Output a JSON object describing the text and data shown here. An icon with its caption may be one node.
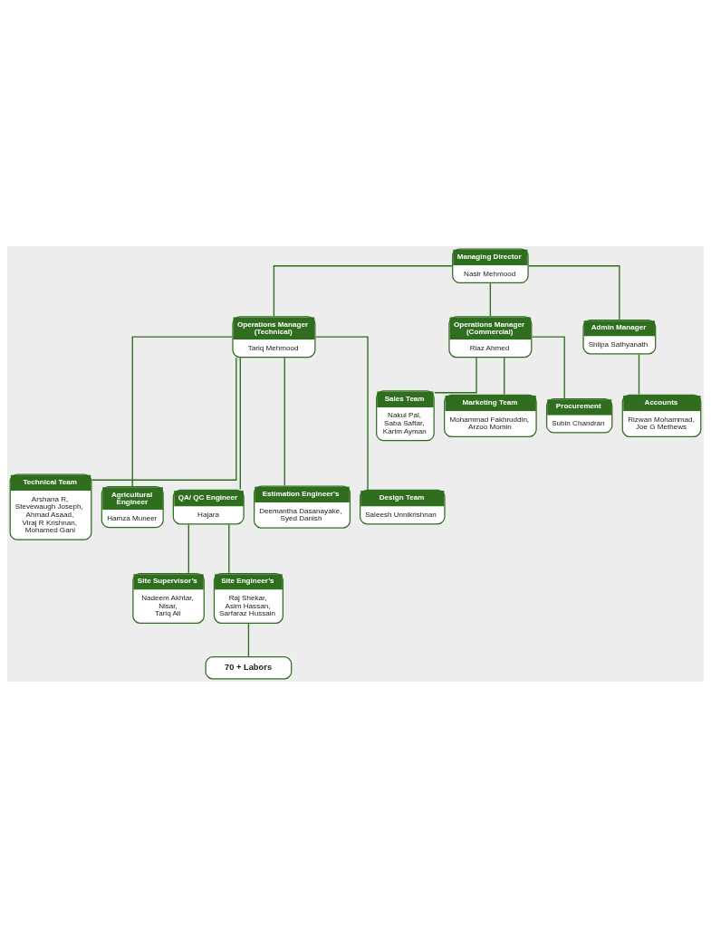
{
  "diagram": {
    "nodes": [
      {
        "text": [
          "Managing Director",
          "Nasir Mehmood"
        ]
      },
      {
        "text": [
          "Operations Manager (Technical)",
          "Tariq Mehmood"
        ]
      },
      {
        "text": [
          "Operations Manager (Commercial)",
          "Riaz Ahmed"
        ]
      },
      {
        "text": [
          "Admin Manager",
          "Shilpa Sathyanath"
        ]
      },
      {
        "text": [
          "Accounts",
          "Rizwan Mohammad, Joe G Methews"
        ]
      },
      {
        "text": [
          "Sales Team",
          "Nakul Pal, Saba Saftar, Karim Ayman"
        ]
      },
      {
        "text": [
          "Marketing Team",
          "Mohammad Fakhruddin, Arzoo Momin"
        ]
      },
      {
        "text": [
          "Procurement",
          "Subin Chandran"
        ]
      },
      {
        "text": [
          "Technical Team",
          "Arshana R, Stevewaugh Joseph, Ahmad Asaad, Viraj R Krishnan, Mohamed Gani"
        ]
      },
      {
        "text": [
          "Agricultural Engineer",
          "Hamza Muneer"
        ]
      },
      {
        "text": [
          "QA/ QC Engineer",
          "Hajara"
        ]
      },
      {
        "text": [
          "Estimation Engineer’s",
          "Deemantha Dasanayake, Syed Danish"
        ]
      },
      {
        "text": [
          "Design Team",
          "Saleesh Unnikrishnan"
        ]
      },
      {
        "text": [
          "Site Supervisor’s",
          "Nadeem Akhtar, Nisar, Tariq Ali"
        ]
      },
      {
        "text": [
          "Site Engineer’s",
          "Raj Shekar, Asim Hassan, Sarfaraz Hussain"
        ]
      },
      {
        "text": [
          "70 + Labors"
        ]
      }
    ],
    "edges": [
      {
        "from": 0,
        "to": 1,
        "arrow": "none"
      },
      {
        "from": 0,
        "to": 2,
        "arrow": "none"
      },
      {
        "from": 0,
        "to": 3,
        "arrow": "none"
      },
      {
        "from": 3,
        "to": 4,
        "arrow": "none"
      },
      {
        "from": 2,
        "to": 5,
        "arrow": "none"
      },
      {
        "from": 2,
        "to": 6,
        "arrow": "none"
      },
      {
        "from": 2,
        "to": 7,
        "arrow": "none"
      },
      {
        "from": 1,
        "to": 8,
        "arrow": "none"
      },
      {
        "from": 1,
        "to": 9,
        "arrow": "none"
      },
      {
        "from": 1,
        "to": 10,
        "arrow": "none"
      },
      {
        "from": 1,
        "to": 11,
        "arrow": "none"
      },
      {
        "from": 1,
        "to": 12,
        "arrow": "none"
      },
      {
        "from": 10,
        "to": 13,
        "arrow": "none"
      },
      {
        "from": 10,
        "to": 14,
        "arrow": "none"
      },
      {
        "from": 14,
        "to": 15,
        "arrow": "none"
      }
    ]
  }
}
